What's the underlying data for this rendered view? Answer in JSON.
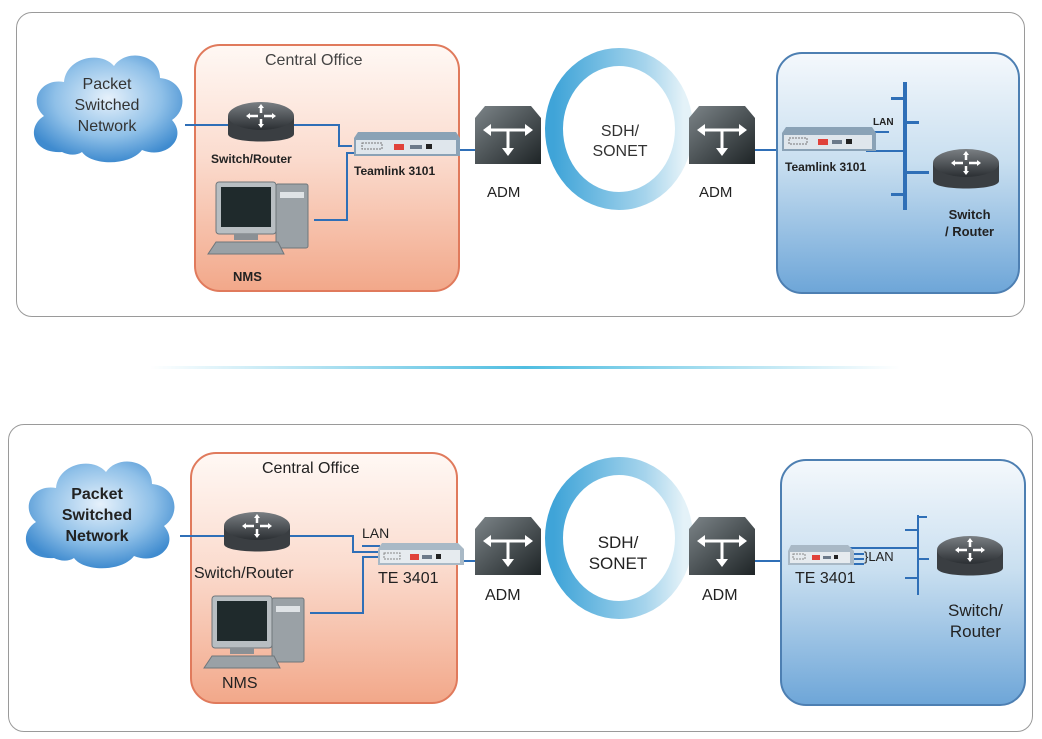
{
  "diagrams": [
    {
      "cloud_label": [
        "Packet",
        "Switched",
        "Network"
      ],
      "central_office_title": "Central Office",
      "co_router_label": "Switch/Router",
      "nms_label": "NMS",
      "co_device_label": "Teamlink 3101",
      "adm_left_label": "ADM",
      "ring_label": [
        "SDH/",
        "SONET"
      ],
      "adm_right_label": "ADM",
      "remote_device_label": "Teamlink 3101",
      "remote_lan_label": "LAN",
      "remote_router_label": [
        "Switch",
        "/ Router"
      ]
    },
    {
      "cloud_label": [
        "Packet",
        "Switched",
        "Network"
      ],
      "central_office_title": "Central Office",
      "co_router_label": "Switch/Router",
      "co_lan_label": "LAN",
      "nms_label": "NMS",
      "co_device_label": "TE 3401",
      "adm_left_label": "ADM",
      "ring_label": [
        "SDH/",
        "SONET"
      ],
      "adm_right_label": "ADM",
      "remote_device_label": "TE 3401",
      "remote_lan_label": "}LAN",
      "remote_router_label": [
        "Switch/",
        "Router"
      ]
    }
  ],
  "colors": {
    "wire": "#2f6fb7",
    "central_office_border": "#e07a5c",
    "remote_site_border": "#4d7fb2",
    "cloud": "#5aa0d8",
    "ring": "#4fb0dc",
    "divider": "#50bee1"
  }
}
